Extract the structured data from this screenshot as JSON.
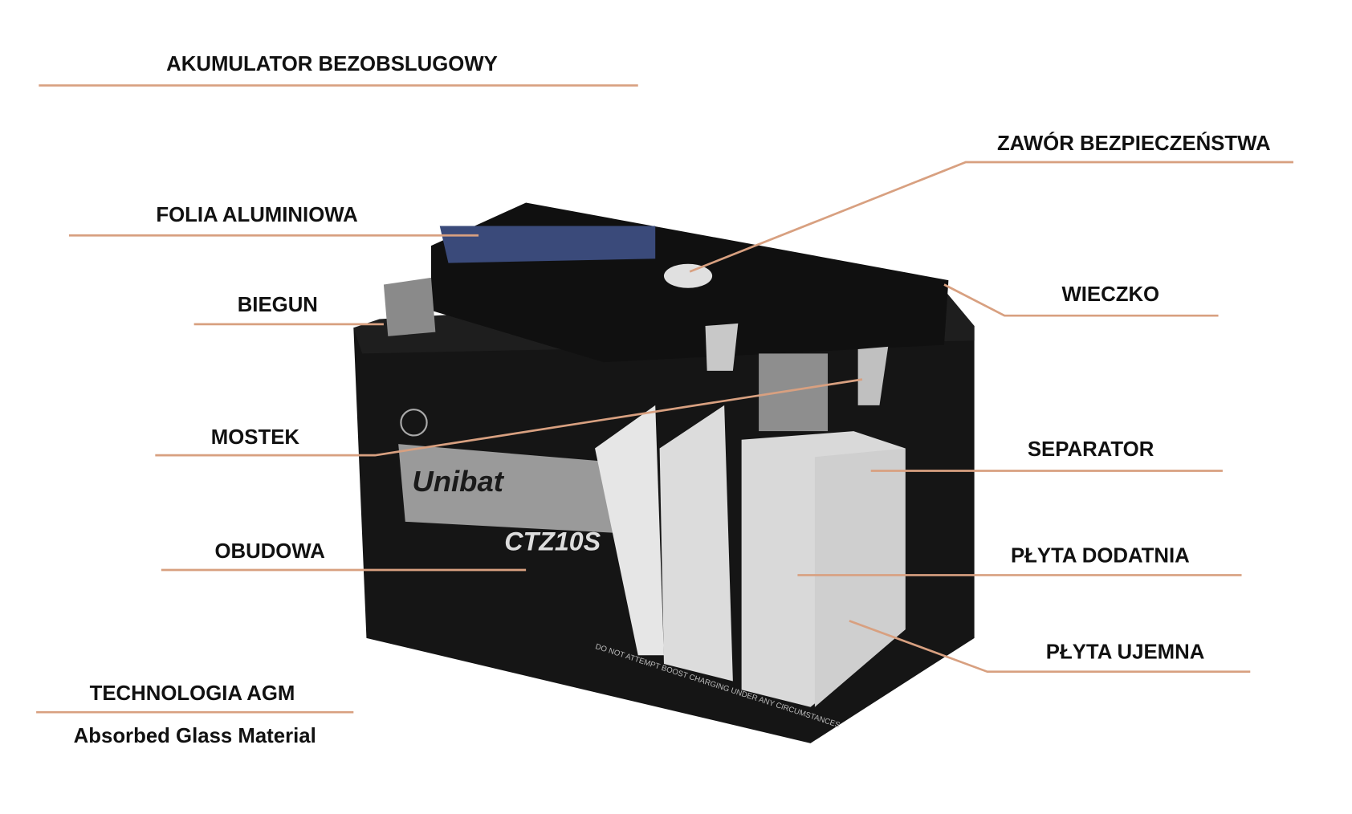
{
  "title": "AKUMULATOR BEZOBSLUGOWY",
  "labels": {
    "folia": "FOLIA ALUMINIOWA",
    "biegun": "BIEGUN",
    "mostek": "MOSTEK",
    "obudowa": "OBUDOWA",
    "technologia": "TECHNOLOGIA AGM",
    "technologia_sub": "Absorbed Glass Material",
    "zawor": "ZAWÓR BEZPIECZEŃSTWA",
    "wieczko": "WIECZKO",
    "separator": "SEPARATOR",
    "plyta_dodatnia": "PŁYTA DODATNIA",
    "plyta_ujemna": "PŁYTA UJEMNA"
  },
  "battery": {
    "brand": "Unibat",
    "model": "CTZ10S",
    "warning": "DO NOT ATTEMPT BOOST CHARGING UNDER ANY CIRCUMSTANCES"
  },
  "colors": {
    "leader_line": "#d8a080",
    "case": "#141414",
    "plates": "#d9d9d9"
  }
}
